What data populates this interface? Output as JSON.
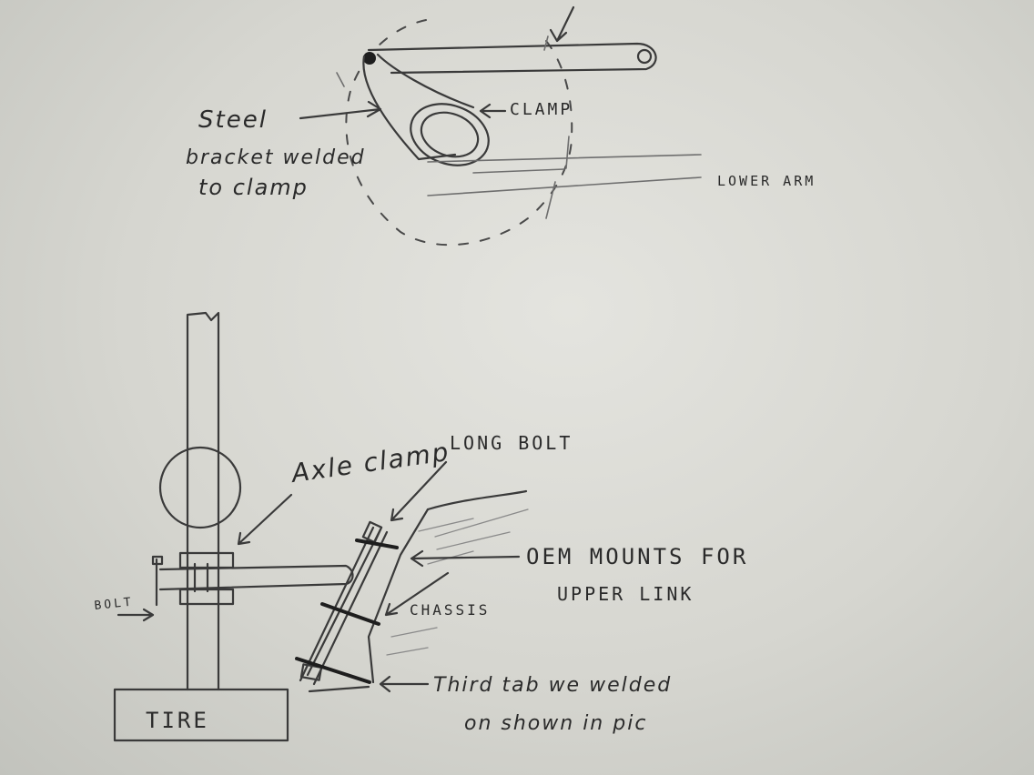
{
  "top_sketch": {
    "label_steel": "Steel",
    "label_bracket": "bracket welded",
    "label_to_clamp": "to clamp",
    "label_clamp": "CLAMP",
    "label_lower_arm": "LOWER ARM"
  },
  "bottom_sketch": {
    "label_axle_clamp": "Axle clamp",
    "label_long_bolt": "LONG BOLT",
    "label_oem_mounts_1": "OEM MOUNTS FOR",
    "label_oem_mounts_2": "UPPER LINK",
    "label_chassis": "CHASSIS",
    "label_bolt": "BOLT",
    "label_tire": "TIRE",
    "label_third_tab_1": "Third tab we welded",
    "label_third_tab_2": "on shown in pic"
  }
}
